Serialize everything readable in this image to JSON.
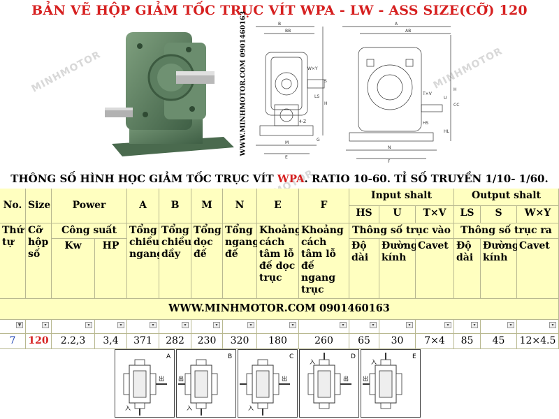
{
  "title": "BẢN VẼ HỘP GIẢM TỐC TRỤC VÍT WPA - LW - ASS SIZE(CỠ) 120",
  "vertical_contact": "WWW.MINHMOTOR.COM 0901460163",
  "watermark": "MINHMOTOR",
  "drawing_labels": {
    "d1_B": "B",
    "d1_BB": "BB",
    "d1_WxY": "W×Y",
    "d1_S": "S",
    "d1_LS": "LS",
    "d1_H": "H",
    "d1_4Z": "4-Z",
    "d1_G": "G",
    "d1_M": "M",
    "d1_E": "E",
    "d2_A": "A",
    "d2_AB": "AB",
    "d2_TxV": "T×V",
    "d2_U": "U",
    "d2_CC": "CC",
    "d2_HS": "HS",
    "d2_HL": "HL",
    "d2_N": "N",
    "d2_F": "F",
    "d2_H": "H"
  },
  "subtitle_pre": "THÔNG SỐ HÌNH HỌC GIẢM TỐC TRỤC VÍT ",
  "subtitle_hl": "WPA",
  "subtitle_post": ". RATIO 10-60. TỈ SỐ TRUYỀN 1/10- 1/60.",
  "headers": {
    "no": "No.",
    "size": "Size",
    "power": "Power",
    "A": "A",
    "B": "B",
    "M": "M",
    "N": "N",
    "E": "E",
    "F": "F",
    "input": "Input shalt",
    "output": "Output shalt",
    "HS": "HS",
    "U": "U",
    "TxV": "T×V",
    "LS": "LS",
    "S": "S",
    "WxY": "W×Y"
  },
  "vn_headers": {
    "no": "Thứ tự",
    "size": "Cỡ hộp số",
    "power": "Công suất",
    "kw": "Kw",
    "hp": "HP",
    "A": "Tổng chiều ngang",
    "B": "Tổng chiều dầy",
    "M": "Tổng dọc đế",
    "N": "Tổng ngang đế",
    "E": "Khoảng cách tâm lỗ đế dọc trục",
    "F": "Khoảng cách tâm lỗ đế ngang trục",
    "input": "Thông số trục vào",
    "output": "Thông số trục ra",
    "len": "Độ dài",
    "dia": "Đường kính",
    "cavet": "Cavet"
  },
  "contact_row": "WWW.MINHMOTOR.COM 0901460163",
  "row": {
    "no": "7",
    "size": "120",
    "kw": "2.2,3",
    "hp": "3,4",
    "A": "371",
    "B": "282",
    "M": "230",
    "N": "320",
    "E": "180",
    "F": "260",
    "HS": "65",
    "U": "30",
    "TxV": "7×4",
    "LS": "85",
    "S": "45",
    "WxY": "12×4.5"
  },
  "configs": [
    {
      "letter": "A",
      "in": "入",
      "out": "出"
    },
    {
      "letter": "B",
      "in": "入",
      "out": "出"
    },
    {
      "letter": "C",
      "in": "入",
      "out": "出"
    },
    {
      "letter": "D",
      "in": "入",
      "out": "出"
    },
    {
      "letter": "E",
      "in": "入",
      "out": "出"
    }
  ],
  "colors": {
    "title": "#d62020",
    "header_bg": "#ffffc0",
    "housing": "#5a7a5a"
  }
}
